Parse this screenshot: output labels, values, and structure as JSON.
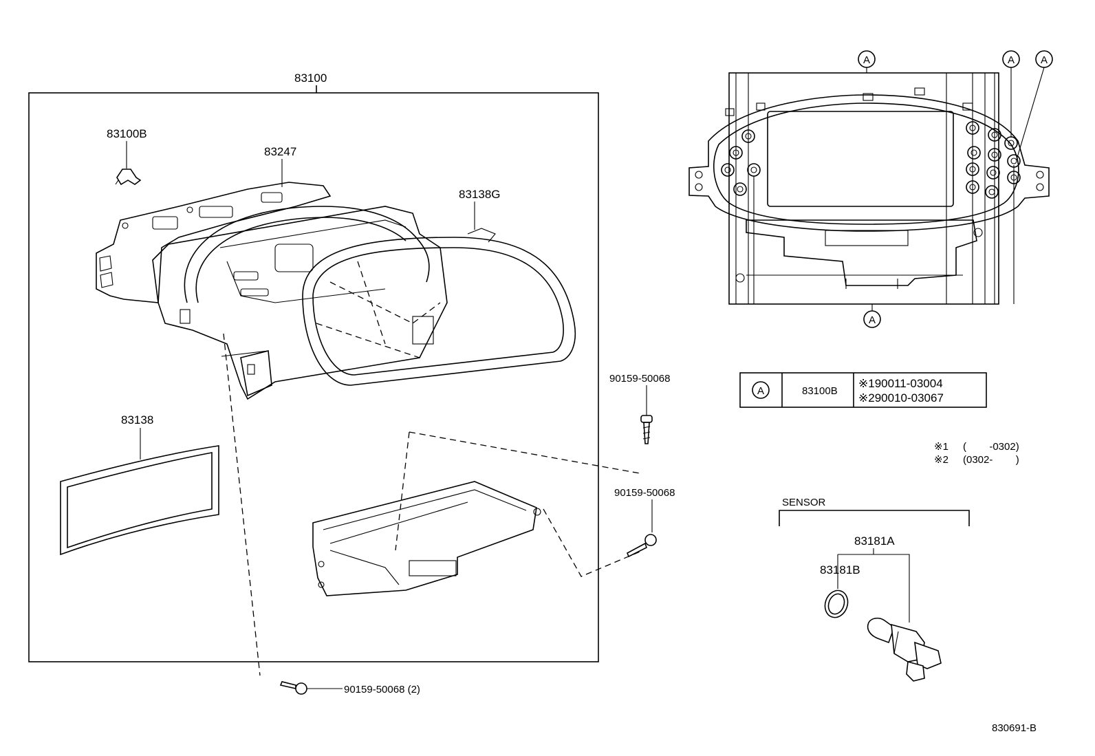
{
  "labels": {
    "assembly": "83100",
    "clip": "83100B",
    "plate": "83247",
    "ring": "83138G",
    "glass": "83138",
    "screw_top": "90159-50068",
    "screw_mid": "90159-50068",
    "screw_bottom": "90159-50068 (2)",
    "sensor_group": "SENSOR",
    "sensor": "83181A",
    "oring": "83181B",
    "drawing_no": "830691-B"
  },
  "callout": "A",
  "table": {
    "symbol": "A",
    "part": "83100B",
    "row1": "※190011-03004",
    "row2": "※290010-03067"
  },
  "notes": {
    "n1_mark": "※1",
    "n1_value": "(        -0302)",
    "n2_mark": "※2",
    "n2_value": "(0302-        )"
  }
}
